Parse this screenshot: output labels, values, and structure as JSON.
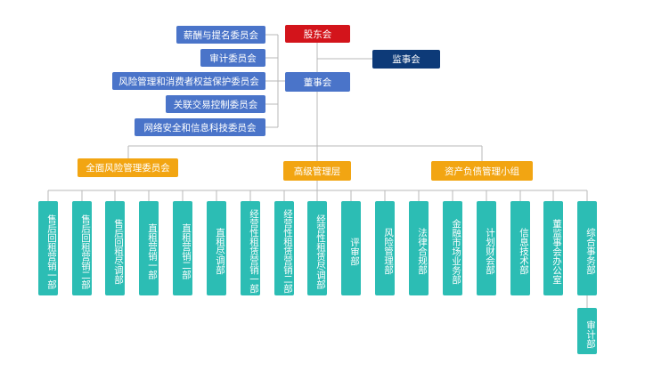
{
  "nodes": {
    "shareholders": "股东会",
    "supervisors": "监事会",
    "board": "董事会",
    "committees": [
      "薪酬与提名委员会",
      "审计委员会",
      "风险管理和消费者权益保护委员会",
      "关联交易控制委员会",
      "网络安全和信息科技委员会"
    ],
    "middle": [
      "全面风险管理委员会",
      "高级管理层",
      "资产负债管理小组"
    ],
    "departments": [
      "售后回租营销一部",
      "售后回租营销二部",
      "售后回租尽调部",
      "直租营销一部",
      "直租营销二部",
      "直租尽调部",
      "经营性租赁营销一部",
      "经营性租赁营销二部",
      "经营性租赁尽调部",
      "评审部",
      "风险管理部",
      "法律合规部",
      "金融市场业务部",
      "计划财会部",
      "信息技术部",
      "董监事会办公室",
      "综合事务部"
    ],
    "sub_department": "审计部"
  },
  "colors": {
    "shareholders": "#d3141b",
    "supervisors": "#0d3a78",
    "board_and_committees": "#4a74c9",
    "middle": "#f2a512",
    "departments": "#2cbdb4"
  }
}
